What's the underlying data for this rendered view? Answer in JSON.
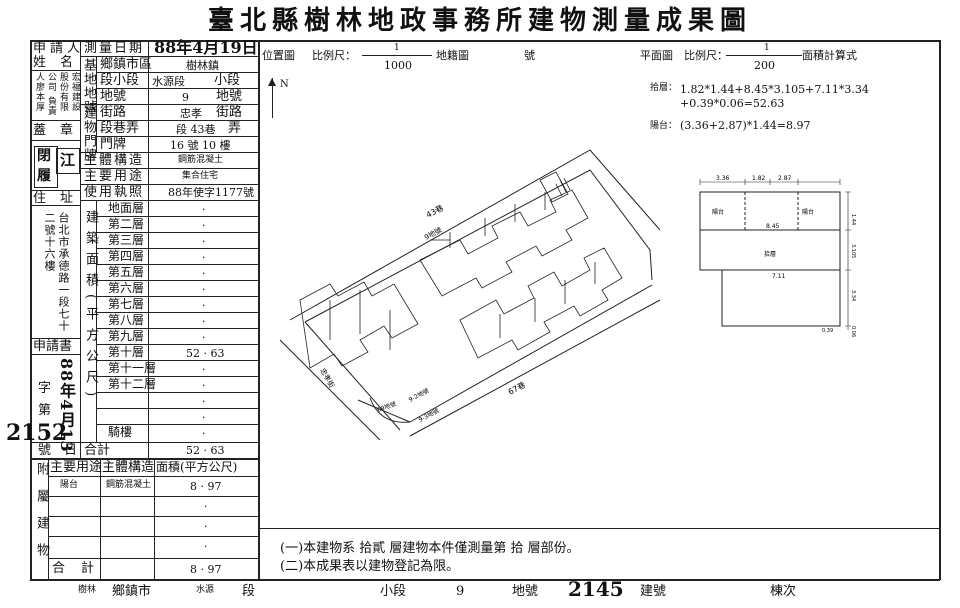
{
  "title": "臺北縣樹林地政事務所建物測量成果圖",
  "left": {
    "applicant_label": "申請人",
    "name_label": "姓名",
    "applicant_names": "宏福建設股份有限公司 負責人廖本厚",
    "seal_label": "蓋章",
    "address_label": "住址",
    "address_value": "台北市承德路一段七十二號十六樓",
    "app_book_label": "申請書",
    "app_book_year": "88年4月13",
    "app_book_char": "字",
    "app_book_no_label": "第",
    "app_book_no": "2152",
    "app_book_no_suffix": "號",
    "date_label": "日",
    "seal_glyph_1": "閉",
    "seal_glyph_2": "江",
    "seal_glyph_3": "履"
  },
  "info": {
    "survey_date_label": "測量日期",
    "survey_date_value": "88年4月19日",
    "base_label": "基地地號",
    "township_label": "鄉鎮市區",
    "township_value": "樹林鎮",
    "section_label": "段小段",
    "section_value": "水源段",
    "section_suffix": "小段",
    "lot_label": "地號",
    "lot_value": "9",
    "lot_suffix": "地號",
    "door_label": "建物門牌",
    "street_label": "街路",
    "street_value": "忠孝",
    "street_suffix": "街路",
    "lane_label": "段巷弄",
    "lane_value": "段 43巷",
    "lane_suffix": "弄",
    "number_label": "門牌",
    "number_value": "16 號 10 樓",
    "structure_label": "主體構造",
    "structure_value": "鋼筋混凝土",
    "use_label": "主要用途",
    "use_value": "集合住宅",
    "license_label": "使用執照",
    "license_value": "88年使字1177號"
  },
  "floors": {
    "group_label": "建築面積(平方公尺)",
    "rows": [
      {
        "name": "地面層",
        "value": "·"
      },
      {
        "name": "第二層",
        "value": "·"
      },
      {
        "name": "第三層",
        "value": "·"
      },
      {
        "name": "第四層",
        "value": "·"
      },
      {
        "name": "第五層",
        "value": "·"
      },
      {
        "name": "第六層",
        "value": "·"
      },
      {
        "name": "第七層",
        "value": "·"
      },
      {
        "name": "第八層",
        "value": "·"
      },
      {
        "name": "第九層",
        "value": "·"
      },
      {
        "name": "第十層",
        "value": "52 · 63"
      },
      {
        "name": "第十一層",
        "value": "·"
      },
      {
        "name": "第十二層",
        "value": "·"
      },
      {
        "name": "",
        "value": "·"
      },
      {
        "name": "",
        "value": "·"
      },
      {
        "name": "騎樓",
        "value": "·"
      }
    ],
    "total_label": "合計",
    "total_value": "52 · 63"
  },
  "annex": {
    "label": "附屬建物",
    "head_use": "主要用途",
    "head_struct": "主體構造",
    "head_area": "面積(平方公尺)",
    "rows": [
      {
        "use": "陽台",
        "struct": "鋼筋混凝土",
        "area": "8 · 97"
      },
      {
        "use": "",
        "struct": "",
        "area": "·"
      },
      {
        "use": "",
        "struct": "",
        "area": "·"
      },
      {
        "use": "",
        "struct": "",
        "area": "·"
      }
    ],
    "total_label": "合計",
    "total_value": "8 · 97"
  },
  "right": {
    "location_label": "位置圖",
    "scale_label": "比例尺：",
    "scale_1000_num": "1",
    "scale_1000_den": "1000",
    "cadastral_label": "地籍圖",
    "cadastral_suffix": "號",
    "plan_label": "平面圖",
    "scale_200_num": "1",
    "scale_200_den": "200",
    "area_calc_label": "面積計算式",
    "calc1_label": "拾層：",
    "calc1_line1": "1.82*1.44+8.45*3.105+7.11*3.34",
    "calc1_line2": "+0.39*0.06=52.63",
    "calc2_label": "陽台：",
    "calc2_line1": "(3.36+2.87)*1.44=8.97",
    "north": "N",
    "road_43": "43巷",
    "road_67": "67巷",
    "road_side": "忠孝街",
    "bldg_label": "9地號",
    "small_lot_1": "9-2地號",
    "small_lot_2": "9-3地號",
    "small_lot_3": "69地號",
    "note1": "(一)本建物系  拾貳  層建物本件僅測量第  拾  層部份。",
    "note2": "(二)本成果表以建物登記為限。"
  },
  "plan": {
    "dim_top": [
      "3.36",
      "1.82",
      "2.87"
    ],
    "balcony_left": "陽台",
    "balcony_right": "陽台",
    "dim_845": "8.45",
    "floor_label": "拾層",
    "dim_711": "7.11",
    "dim_144": "1.44",
    "dim_3105": "3.105",
    "dim_334": "3.34",
    "dim_039": "0.39",
    "dim_006": "0.06"
  },
  "footer": {
    "township_value": "樹林",
    "township_label": "鄉鎮市",
    "section_value": "水源",
    "section_label": "段",
    "subsection_label": "小段",
    "lot_value": "9",
    "lot_label": "地號",
    "bldg_no_value": "2145",
    "bldg_no_label": "建號",
    "unit_label": "棟次"
  }
}
